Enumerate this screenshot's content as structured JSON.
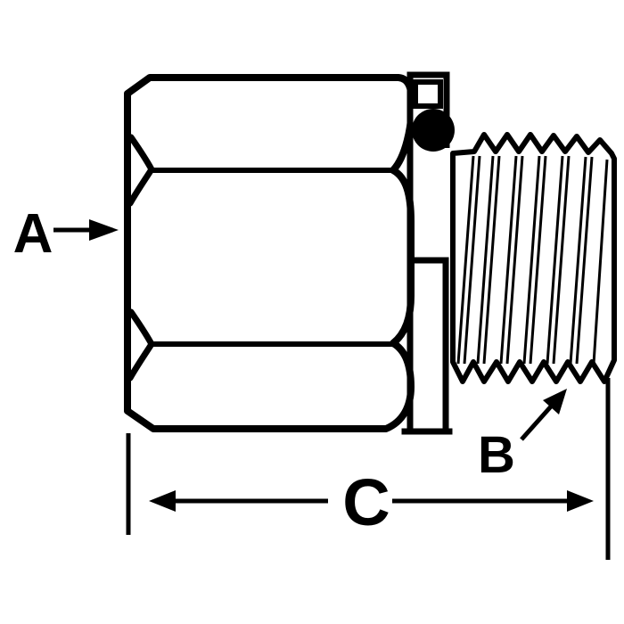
{
  "page": {
    "background": "#ffffff",
    "ink": "#000000"
  },
  "diagram": {
    "labels": {
      "a": "A",
      "b": "B",
      "c": "C"
    }
  }
}
